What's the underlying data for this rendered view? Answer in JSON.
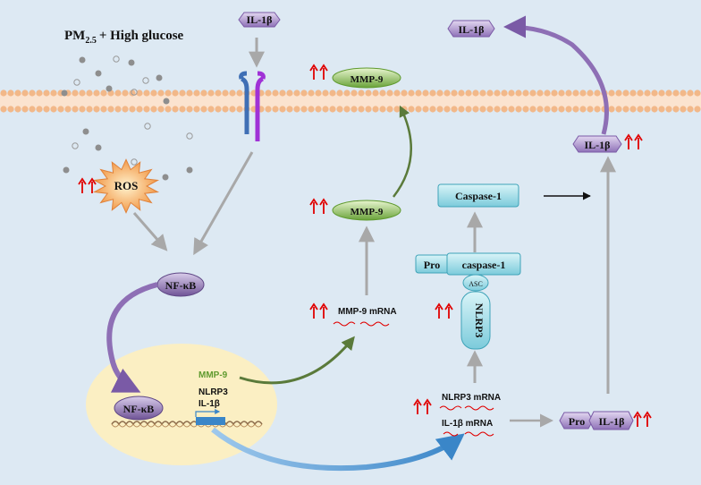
{
  "title": {
    "prefix": "PM",
    "subscript": "2.5",
    "suffix": "+ High glucose"
  },
  "colors": {
    "background": "#dde9f3",
    "membrane": "#f2b889",
    "up_arrow": "#e00000",
    "purple": "#8e6fb5",
    "green": "#5f9a2f",
    "cyan": "#8fd3e0",
    "nucleus": "#fbefc3"
  },
  "labels": {
    "il1b_top_center": "IL-1β",
    "il1b_top_right": "IL-1β",
    "il1b_membrane": "IL-1β",
    "ros": "ROS",
    "mmp9_upper": "MMP-9",
    "mmp9_lower": "MMP-9",
    "mmp9_gene": "MMP-9",
    "nlrp3_gene": "NLRP3",
    "il1b_gene": "IL-1β",
    "nfkb_cytoplasm": "NF-κB",
    "nfkb_nucleus": "NF-κB",
    "caspase1": "Caspase-1",
    "pro_caspase_pro": "Pro",
    "pro_caspase_casp": "caspase-1",
    "asc": "ASC",
    "nlrp3_vertical": "NLRP3",
    "mmp9_mrna": "MMP-9 mRNA",
    "nlrp3_mrna": "NLRP3 mRNA",
    "il1b_mrna": "IL-1β mRNA",
    "pro_il1b_pro": "Pro",
    "pro_il1b_il": "IL-1β"
  }
}
